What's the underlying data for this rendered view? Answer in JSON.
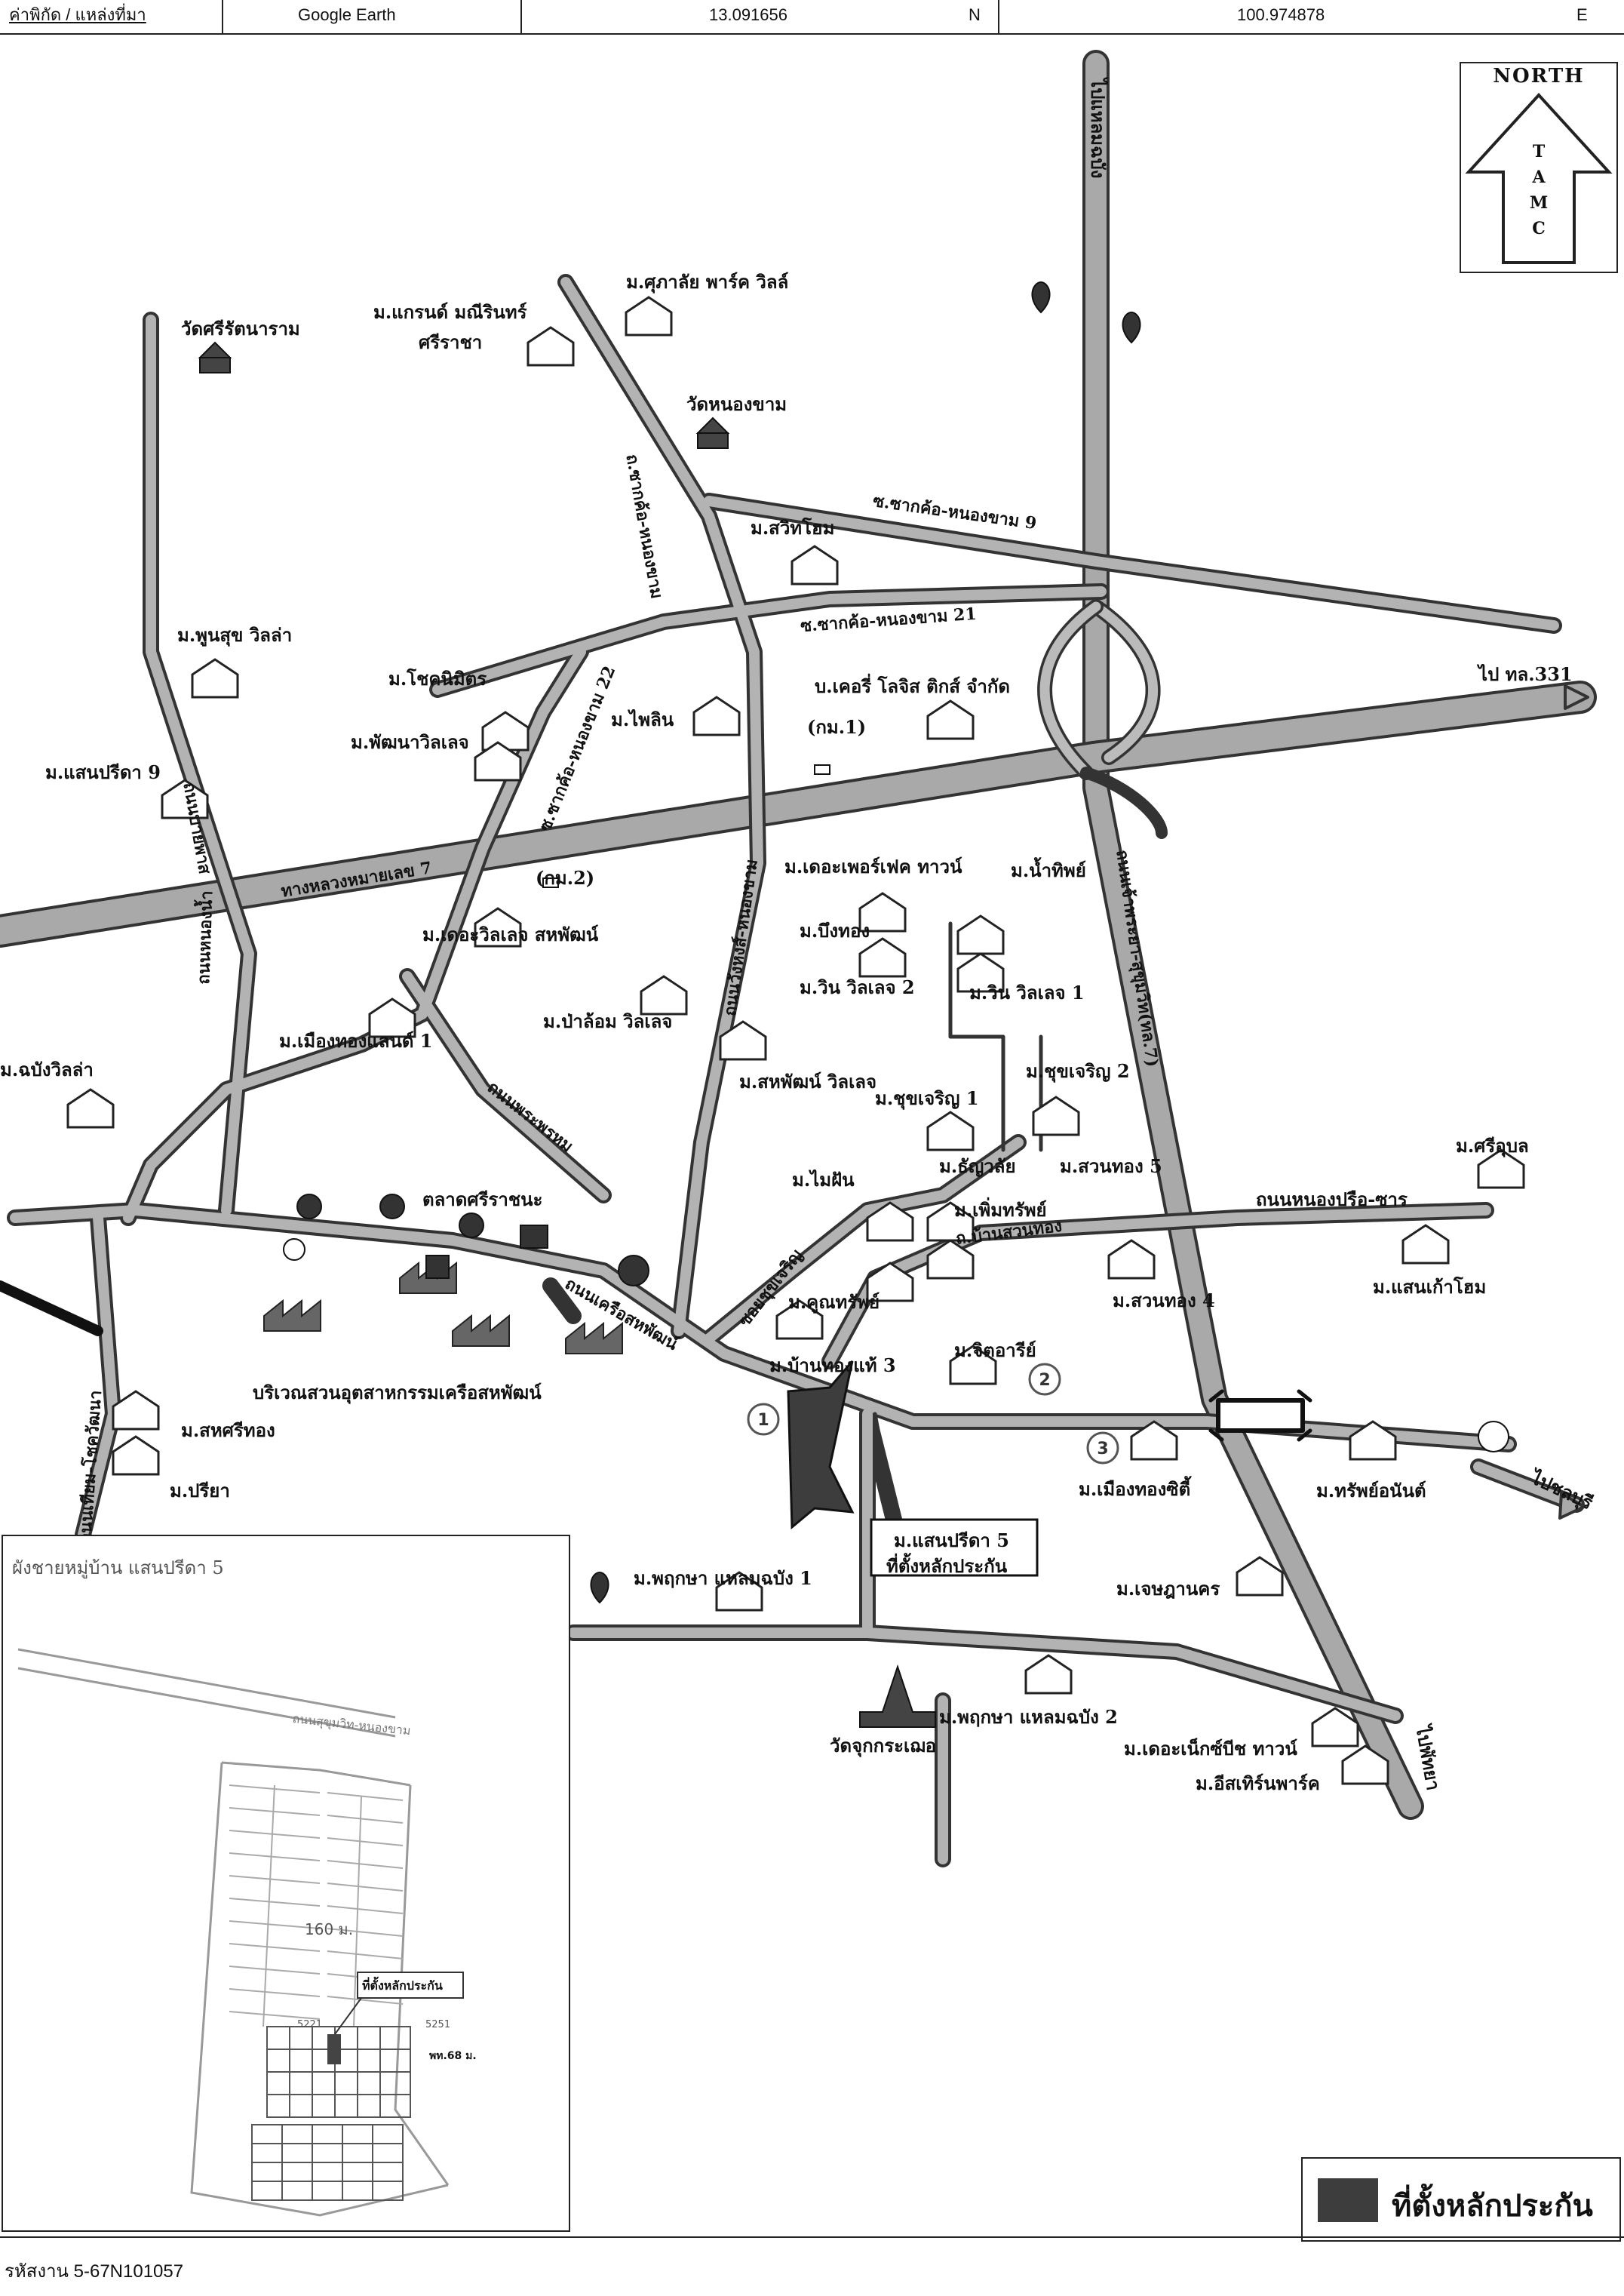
{
  "header": {
    "source_label": "ค่าพิกัด / แหล่งที่มา",
    "source_value": "Google Earth",
    "latitude": "13.091656",
    "lat_dir": "N",
    "longitude": "100.974878",
    "lon_dir": "E"
  },
  "north_arrow": {
    "title": "NORTH",
    "letters": [
      "T",
      "A",
      "M",
      "C"
    ]
  },
  "map_labels": {
    "to_laem_chabang": "ไปแหลมฉบัง",
    "supalai": "ม.ศุภาลัย พาร์ค วิลล์",
    "grand_manee": "ม.แกรนด์ มณีรินทร์",
    "sriracha": "ศรีราชา",
    "wat_sri_rat": "วัดศรีรัตนาราม",
    "wat_nong_kham": "วัดหนองขาม",
    "swiss_home": "ม.สวิทโฮม",
    "phun_suk": "ม.พูนสุข วิลล่า",
    "chokniramit": "ม.โชคนิมิตร",
    "pattana_village": "ม.พัฒนาวิลเลจ",
    "phailin": "ม.ไพลิน",
    "kerry": "บ.เคอรี่ โลจิส ติกส์ จำกัด",
    "km1": "(กม.1)",
    "km2": "(กม.2)",
    "san_preeda9": "ม.แสนปรีดา 9",
    "highway7": "ทางหลวงหมายเลข 7",
    "to_331": "ไป ทล.331",
    "perfect_town": "ม.เดอะเพอร์เฟค ทาวน์",
    "namthip": "ม.น้ำทิพย์",
    "bueng_thong": "ม.บึงทอง",
    "win_village2": "ม.วิน วิลเลจ 2",
    "win_village1": "ม.วิน วิลเลจ 1",
    "the_village": "ม.เดอะวิลเลจ สหพัฒน์",
    "pa_lom": "ม.ป่าล้อม วิลเลจ",
    "mueang_thong1": "ม.เมืองทองแลนด์ 1",
    "sahapat_village": "ม.สหพัฒน์ วิลเลจ",
    "chokcharoen1": "ม.ชุขเจริญ 1",
    "chokcharoen2": "ม.ชุขเจริญ 2",
    "laem_chabang_villa": "ม.ฉบังวิลล่า",
    "sri_market": "ตลาดศรีราชนะ",
    "sri_ubon": "ม.ศรีอุบล",
    "nong_pru_road": "ถนนหนองปรือ-ซาร",
    "mai_fan": "ม.ไมฝัน",
    "thanyalai": "ม.ธัญวลัย",
    "suan_thong5": "ม.สวนทอง 5",
    "phoem_sap": "ม.เพิ่มทรัพย์",
    "suan_thong4": "ม.สวนทอง 4",
    "saen_kao": "ม.แสนเก้าโฮม",
    "khun_sap": "ม.คูณทรัพย์",
    "baan_thong3": "ม.บ้านทองแท้ 3",
    "chittaree": "ม.จิตอารีย์",
    "industrial": "บริเวณสวนอุตสาหกรรมเครือสหพัฒน์",
    "sahasri": "ม.สหศรีทอง",
    "preeya": "ม.ปรียา",
    "to_chonburi": "ไปชลบุรี",
    "mueang_thong_city": "ม.เมืองทองซิตี้",
    "sap_anan": "ม.ทรัพย์อนันต์",
    "san_preeda5": "ม.แสนปรีดา 5",
    "collateral_site": "ที่ตั้งหลักประกัน",
    "phruksa1": "ม.พฤกษา แหลมฉบัง 1",
    "chet_nakhon": "ม.เจษฎานคร",
    "wat_juk": "วัดจุกกระเฌอ",
    "phruksa2": "ม.พฤกษา แหลมฉบัง 2",
    "neck_beach": "ม.เดอะเน็กซ์บีช ทาวน์",
    "eastern_park": "ม.อีสเทิร์นพาร์ค",
    "to_pattaya": "ไปพัทยา",
    "r_nongkham9": "ซ.ซากค้อ-หนองขาม 9",
    "r_nongkham21": "ซ.ซากค้อ-หนองขาม 21",
    "r_nongkham22": "ซ.ซากค้อ-หนองขาม 22",
    "r_sakkho": "ถ.ซากค้อ-หนองขาม",
    "r_wangsueng": "ถนนวังหงส์-หนองขาม",
    "r_bypass": "ถนนบายพาส",
    "r_nonghon": "ถนนหนองน้ำ",
    "r_phraphom": "ถนนพระพรหม",
    "r_sukhumvit": "ถนนเจ้าพระยา-สุขุมวิท(ทล.7)",
    "r_kruea": "ถนนเครือสหพัฒน์",
    "r_chokcharoen": "ซอยชุขเจริญ",
    "r_phukhiew": "ถนนเทียม-โชควัฒนา",
    "r_nongnak": "ถ.บ้านสวนทอง"
  },
  "markers": [
    "1",
    "2",
    "3"
  ],
  "inset": {
    "title": "ผังชายหมู่บ้าน แสนปรีดา 5",
    "road_label": "ถนนสุขุมวิท-หนองขาม",
    "dimension": "160 ม.",
    "site_label": "ที่ตั้งหลักประกัน",
    "plot_a": "5221",
    "plot_b": "5251",
    "lot_label": "พท.68 ม."
  },
  "legend": {
    "label": "ที่ตั้งหลักประกัน"
  },
  "footer": {
    "code": "รหัสงาน 5-67N101057"
  }
}
